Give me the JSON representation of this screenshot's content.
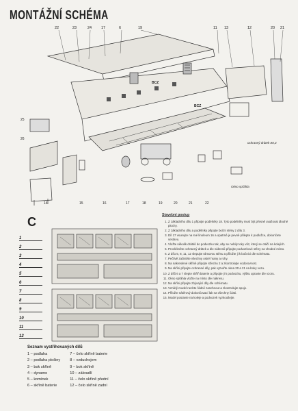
{
  "title": "MONTÁŽNÍ SCHÉMA",
  "top_callouts": [
    "22",
    "23",
    "24",
    "17",
    "6",
    "19",
    "11",
    "13",
    "12",
    "20",
    "21"
  ],
  "diagram_labels": {
    "bcz_1": "BCZ",
    "bcz_2": "BCZ",
    "ochranny": "ochranný drátek ø0,3",
    "okno": "Okno spřáhla",
    "bottom_numbers": [
      "14",
      "15",
      "16",
      "17",
      "18",
      "19",
      "20",
      "21",
      "22"
    ],
    "left_numbers": [
      "25",
      "26"
    ]
  },
  "section_c": "C",
  "left_part_labels": [
    "1",
    "2",
    "3",
    "4",
    "5",
    "6",
    "7",
    "8",
    "9",
    "10",
    "11",
    "12"
  ],
  "postup": {
    "heading": "Stavební postup",
    "steps": [
      "Z základního dílu 1 připojte podélníky 18. Tyto podélníky musí být přesně uvažovat dlouhé plochy.",
      "Z základního dílu a podélníky připojte boční stěny z dílu 3.",
      "Díl 17 vsunujte na své linoleum 16 a opatrně je pevně přilepte k podložce, dokončete sestavu.",
      "Vložte několik drátků do podvozku tak, aby se nebily toky vůz, který se otáčí na kolejích.",
      "Provlékněte ochranný drátek a dle nákresů připojte podvozkové stěny na vhodné místo.",
      "Z dílu 5, 8, 11, 12 slepujte rámovou stěnu a přiložte ji k bočnici dle schématu.",
      "Pečlivě začistěte všechny ostré hrany a rohy.",
      "Na nakreslené skříně připojte střechu 2 a zkontrolujte vodorovnost.",
      "Na skříni připojte ochranné díly, pak vytvořte okna 20 a 21 na boky vozu.",
      "Z dílů 6 a 7 slepte skříň baterie a připojte ji k podvozku, výšku upravte dle vzoru.",
      "Okno spřáhla vložte na místo dle nákresu.",
      "Na skříni připojte zbývající díly dle schématu.",
      "Vzniklý model nechte řádně zaschnout a zkontrolujte spoje.",
      "Přiložte nátěrový dokončovací lak na všechny části.",
      "Model postavte na koleje a podvozek vyzkoušejte."
    ]
  },
  "parts": {
    "heading": "Seznam vystřihovaných dílů",
    "col1": [
      "1 – podlaha",
      "2 – podlaha plošiny",
      "3 – bok skříně",
      "4 – dynamo",
      "5 – komínek",
      "6 – skříně baterie"
    ],
    "col2": [
      "7 – čelo skříně baterie",
      "8 – vzduchojem",
      "9 – bok skříně",
      "10 – zábradlí",
      "11 – čelo skříně přední",
      "12 – čelo skříně zadní"
    ]
  }
}
